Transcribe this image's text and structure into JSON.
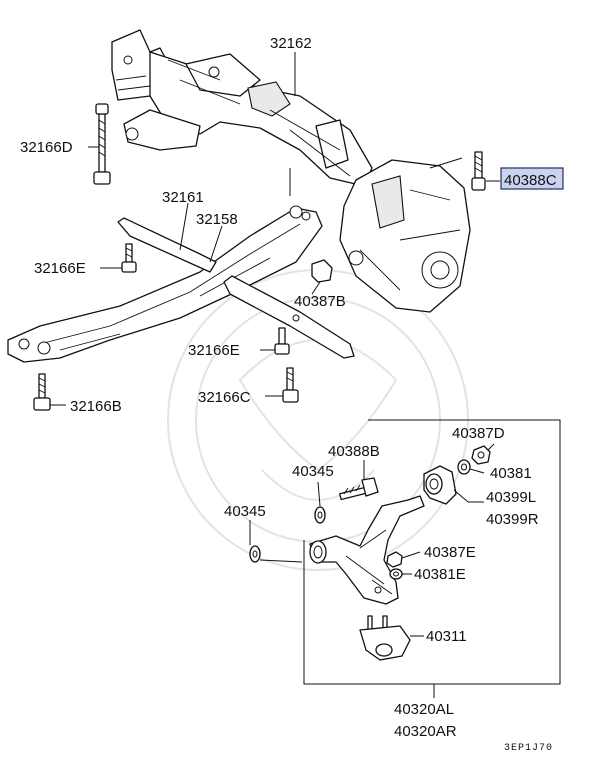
{
  "labels": {
    "p32162": "32162",
    "p32166D": "32166D",
    "p40388C": "40388C",
    "p32161": "32161",
    "p32158": "32158",
    "p32166E_left": "32166E",
    "p40387B": "40387B",
    "p32166E_right": "32166E",
    "p32166C": "32166C",
    "p32166B": "32166B",
    "p40387D": "40387D",
    "p40388B": "40388B",
    "p40345_upper": "40345",
    "p40381": "40381",
    "p40399L": "40399L",
    "p40399R": "40399R",
    "p40345_lower": "40345",
    "p40387E": "40387E",
    "p40381E": "40381E",
    "p40311": "40311",
    "p40320AL": "40320AL",
    "p40320AR": "40320AR",
    "diagram_code": "3EP1J70"
  },
  "colors": {
    "highlight_fill": "#c9d3ef",
    "highlight_stroke": "#26305e",
    "line": "#111111"
  }
}
